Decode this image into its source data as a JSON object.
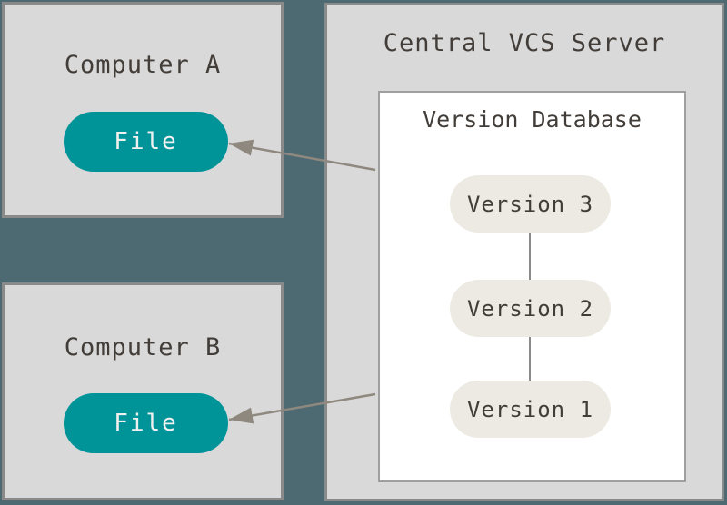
{
  "colors": {
    "background": "#4d6a72",
    "panel": "#d9d9d9",
    "panel_border": "#8a8a8a",
    "db_box": "#ffffff",
    "db_box_border": "#9f9f9f",
    "file_pill": "#009499",
    "file_pill_text": "#f0f0ee",
    "version_pill": "#eceae2",
    "text_dark": "#423d38",
    "arrow": "#8e887f",
    "connector": "#8a8a8a"
  },
  "computer_a": {
    "title": "Computer A",
    "file_label": "File"
  },
  "computer_b": {
    "title": "Computer B",
    "file_label": "File"
  },
  "server": {
    "title": "Central VCS Server",
    "database": {
      "title": "Version Database",
      "versions": [
        {
          "label": "Version 3"
        },
        {
          "label": "Version 2"
        },
        {
          "label": "Version 1"
        }
      ]
    }
  }
}
